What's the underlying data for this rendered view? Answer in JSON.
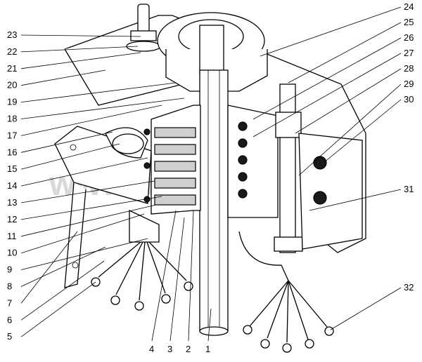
{
  "watermark": "www.aucrane.ru",
  "callouts_left": [
    "23",
    "22",
    "21",
    "20",
    "19",
    "18",
    "17",
    "16",
    "15",
    "14",
    "13",
    "12",
    "11",
    "10",
    "9",
    "8",
    "7",
    "6",
    "5"
  ],
  "callouts_bottom": [
    "4",
    "3",
    "2",
    "1"
  ],
  "callouts_right": [
    "24",
    "25",
    "26",
    "27",
    "28",
    "29",
    "30",
    "31",
    "32"
  ]
}
